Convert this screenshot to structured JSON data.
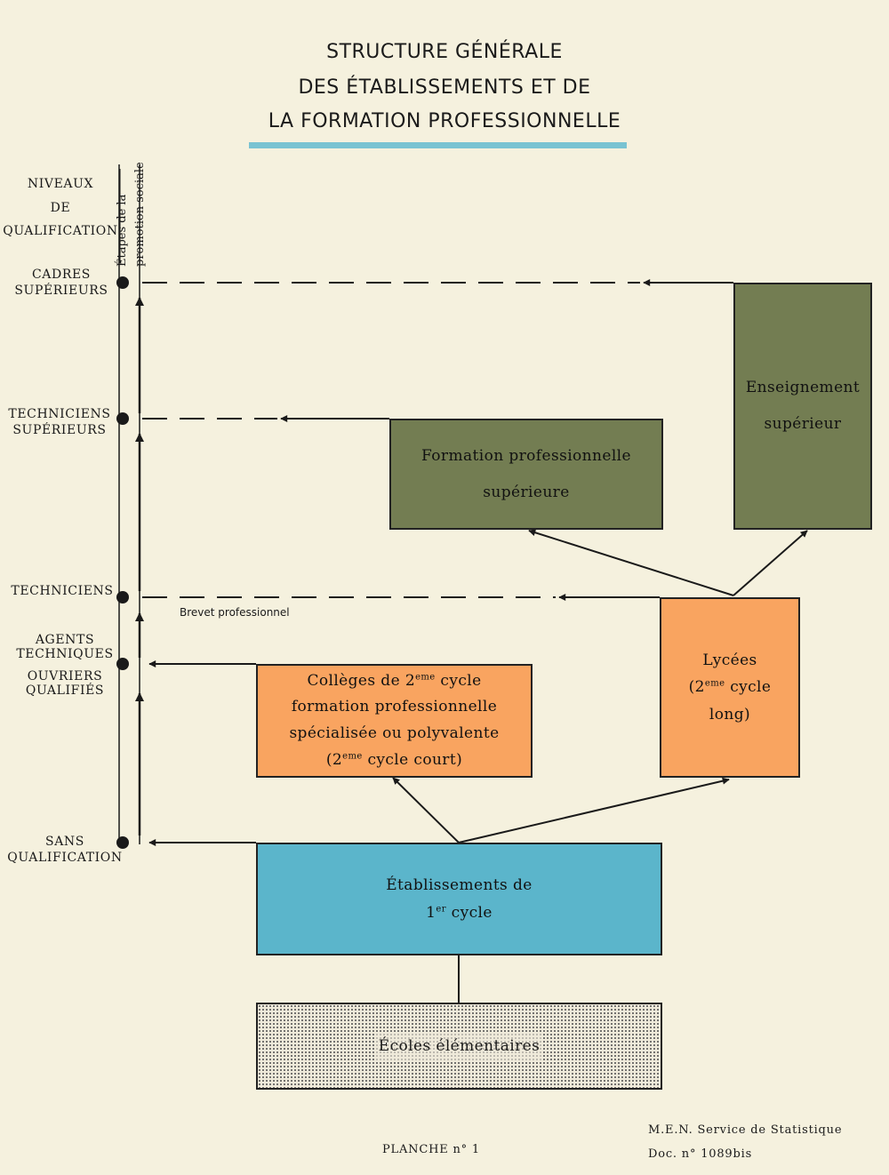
{
  "title": {
    "line1": "STRUCTURE GÉNÉRALE",
    "line2": "DES ÉTABLISSEMENTS ET DE",
    "line3": "LA FORMATION PROFESSIONNELLE"
  },
  "axis": {
    "header": [
      "NIVEAUX",
      "DE",
      "QUALIFICATION"
    ],
    "rotated_line1": "Étapes de la",
    "rotated_line2": "promotion sociale",
    "levels": {
      "cadres": [
        "CADRES",
        "SUPÉRIEURS"
      ],
      "techsup": [
        "TECHNICIENS",
        "SUPÉRIEURS"
      ],
      "techniciens": "TECHNICIENS",
      "agents": [
        "AGENTS",
        "TECHNIQUES"
      ],
      "ouvriers": [
        "OUVRIERS",
        "QUALIFIÉS"
      ],
      "sans": [
        "SANS",
        "QUALIFICATION"
      ]
    }
  },
  "boxes": {
    "enseignement": [
      "Enseignement",
      "supérieur"
    ],
    "formation_sup": [
      "Formation professionnelle",
      "supérieure"
    ],
    "lycees": [
      "Lycées",
      "(2",
      "eme",
      " cycle",
      "long)"
    ],
    "colleges": [
      "Collèges de 2",
      "eme",
      " cycle",
      "formation professionnelle",
      "spécialisée ou polyvalente",
      "(2",
      "eme",
      " cycle court)"
    ],
    "etablissements": [
      "Établissements de",
      "1",
      "er",
      " cycle"
    ],
    "ecoles": "Écoles élémentaires"
  },
  "brevet": "Brevet professionnel",
  "footer": {
    "planche": "PLANCHE n° 1",
    "service": "M.E.N. Service de Statistique",
    "doc": "Doc. n° 1089bis"
  },
  "colors": {
    "olive": "#737d52",
    "orange": "#f9a460",
    "blue": "#5bb5cb",
    "title_rule": "#79c3d2"
  }
}
